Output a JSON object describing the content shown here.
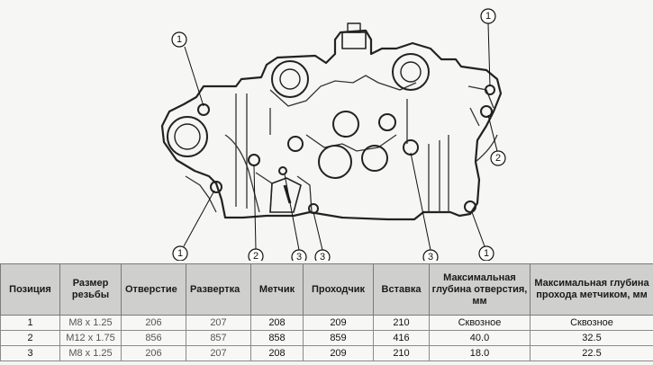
{
  "figure": {
    "callouts": [
      {
        "label": "1"
      },
      {
        "label": "1"
      },
      {
        "label": "1"
      },
      {
        "label": "1"
      },
      {
        "label": "2"
      },
      {
        "label": "2"
      },
      {
        "label": "3"
      },
      {
        "label": "3"
      },
      {
        "label": "3"
      }
    ]
  },
  "table": {
    "headers": [
      "Позиция",
      "Размер резьбы",
      "Отверстие",
      "Развертка",
      "Метчик",
      "Проходчик",
      "Вставка",
      "Максимальная глубина отверстия, мм",
      "Максимальная глубина прохода метчиком, мм"
    ],
    "rows": [
      [
        "1",
        "M8 x 1.25",
        "206",
        "207",
        "208",
        "209",
        "210",
        "Сквозное",
        "Сквозное"
      ],
      [
        "2",
        "M12 x 1.75",
        "856",
        "857",
        "858",
        "859",
        "416",
        "40.0",
        "32.5"
      ],
      [
        "3",
        "M8 x 1.25",
        "206",
        "207",
        "208",
        "209",
        "210",
        "18.0",
        "22.5"
      ]
    ]
  }
}
